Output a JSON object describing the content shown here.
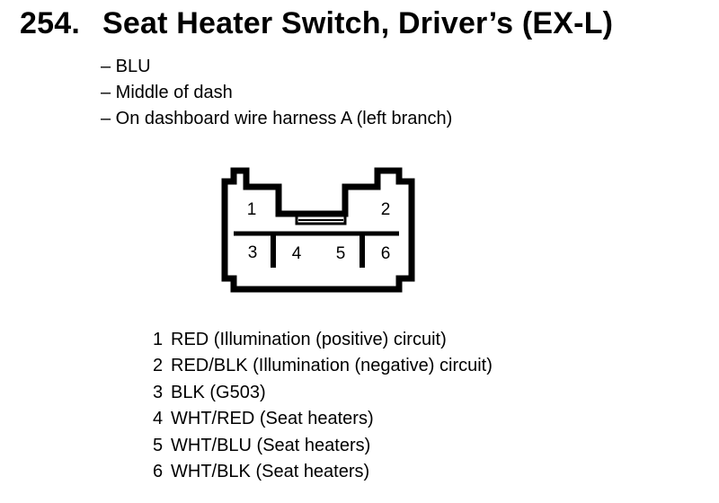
{
  "title": {
    "number": "254.",
    "text": "Seat Heater Switch, Driver’s (EX-L)"
  },
  "details": [
    "– BLU",
    "– Middle of dash",
    "– On dashboard wire harness A (left branch)"
  ],
  "connector": {
    "cavities": [
      "1",
      "2",
      "3",
      "4",
      "5",
      "6"
    ]
  },
  "pins": [
    {
      "num": "1",
      "desc": "RED (Illumination (positive) circuit)"
    },
    {
      "num": "2",
      "desc": "RED/BLK (Illumination (negative) circuit)"
    },
    {
      "num": "3",
      "desc": "BLK (G503)"
    },
    {
      "num": "4",
      "desc": "WHT/RED (Seat heaters)"
    },
    {
      "num": "5",
      "desc": "WHT/BLU (Seat heaters)"
    },
    {
      "num": "6",
      "desc": "WHT/BLK (Seat heaters)"
    }
  ]
}
